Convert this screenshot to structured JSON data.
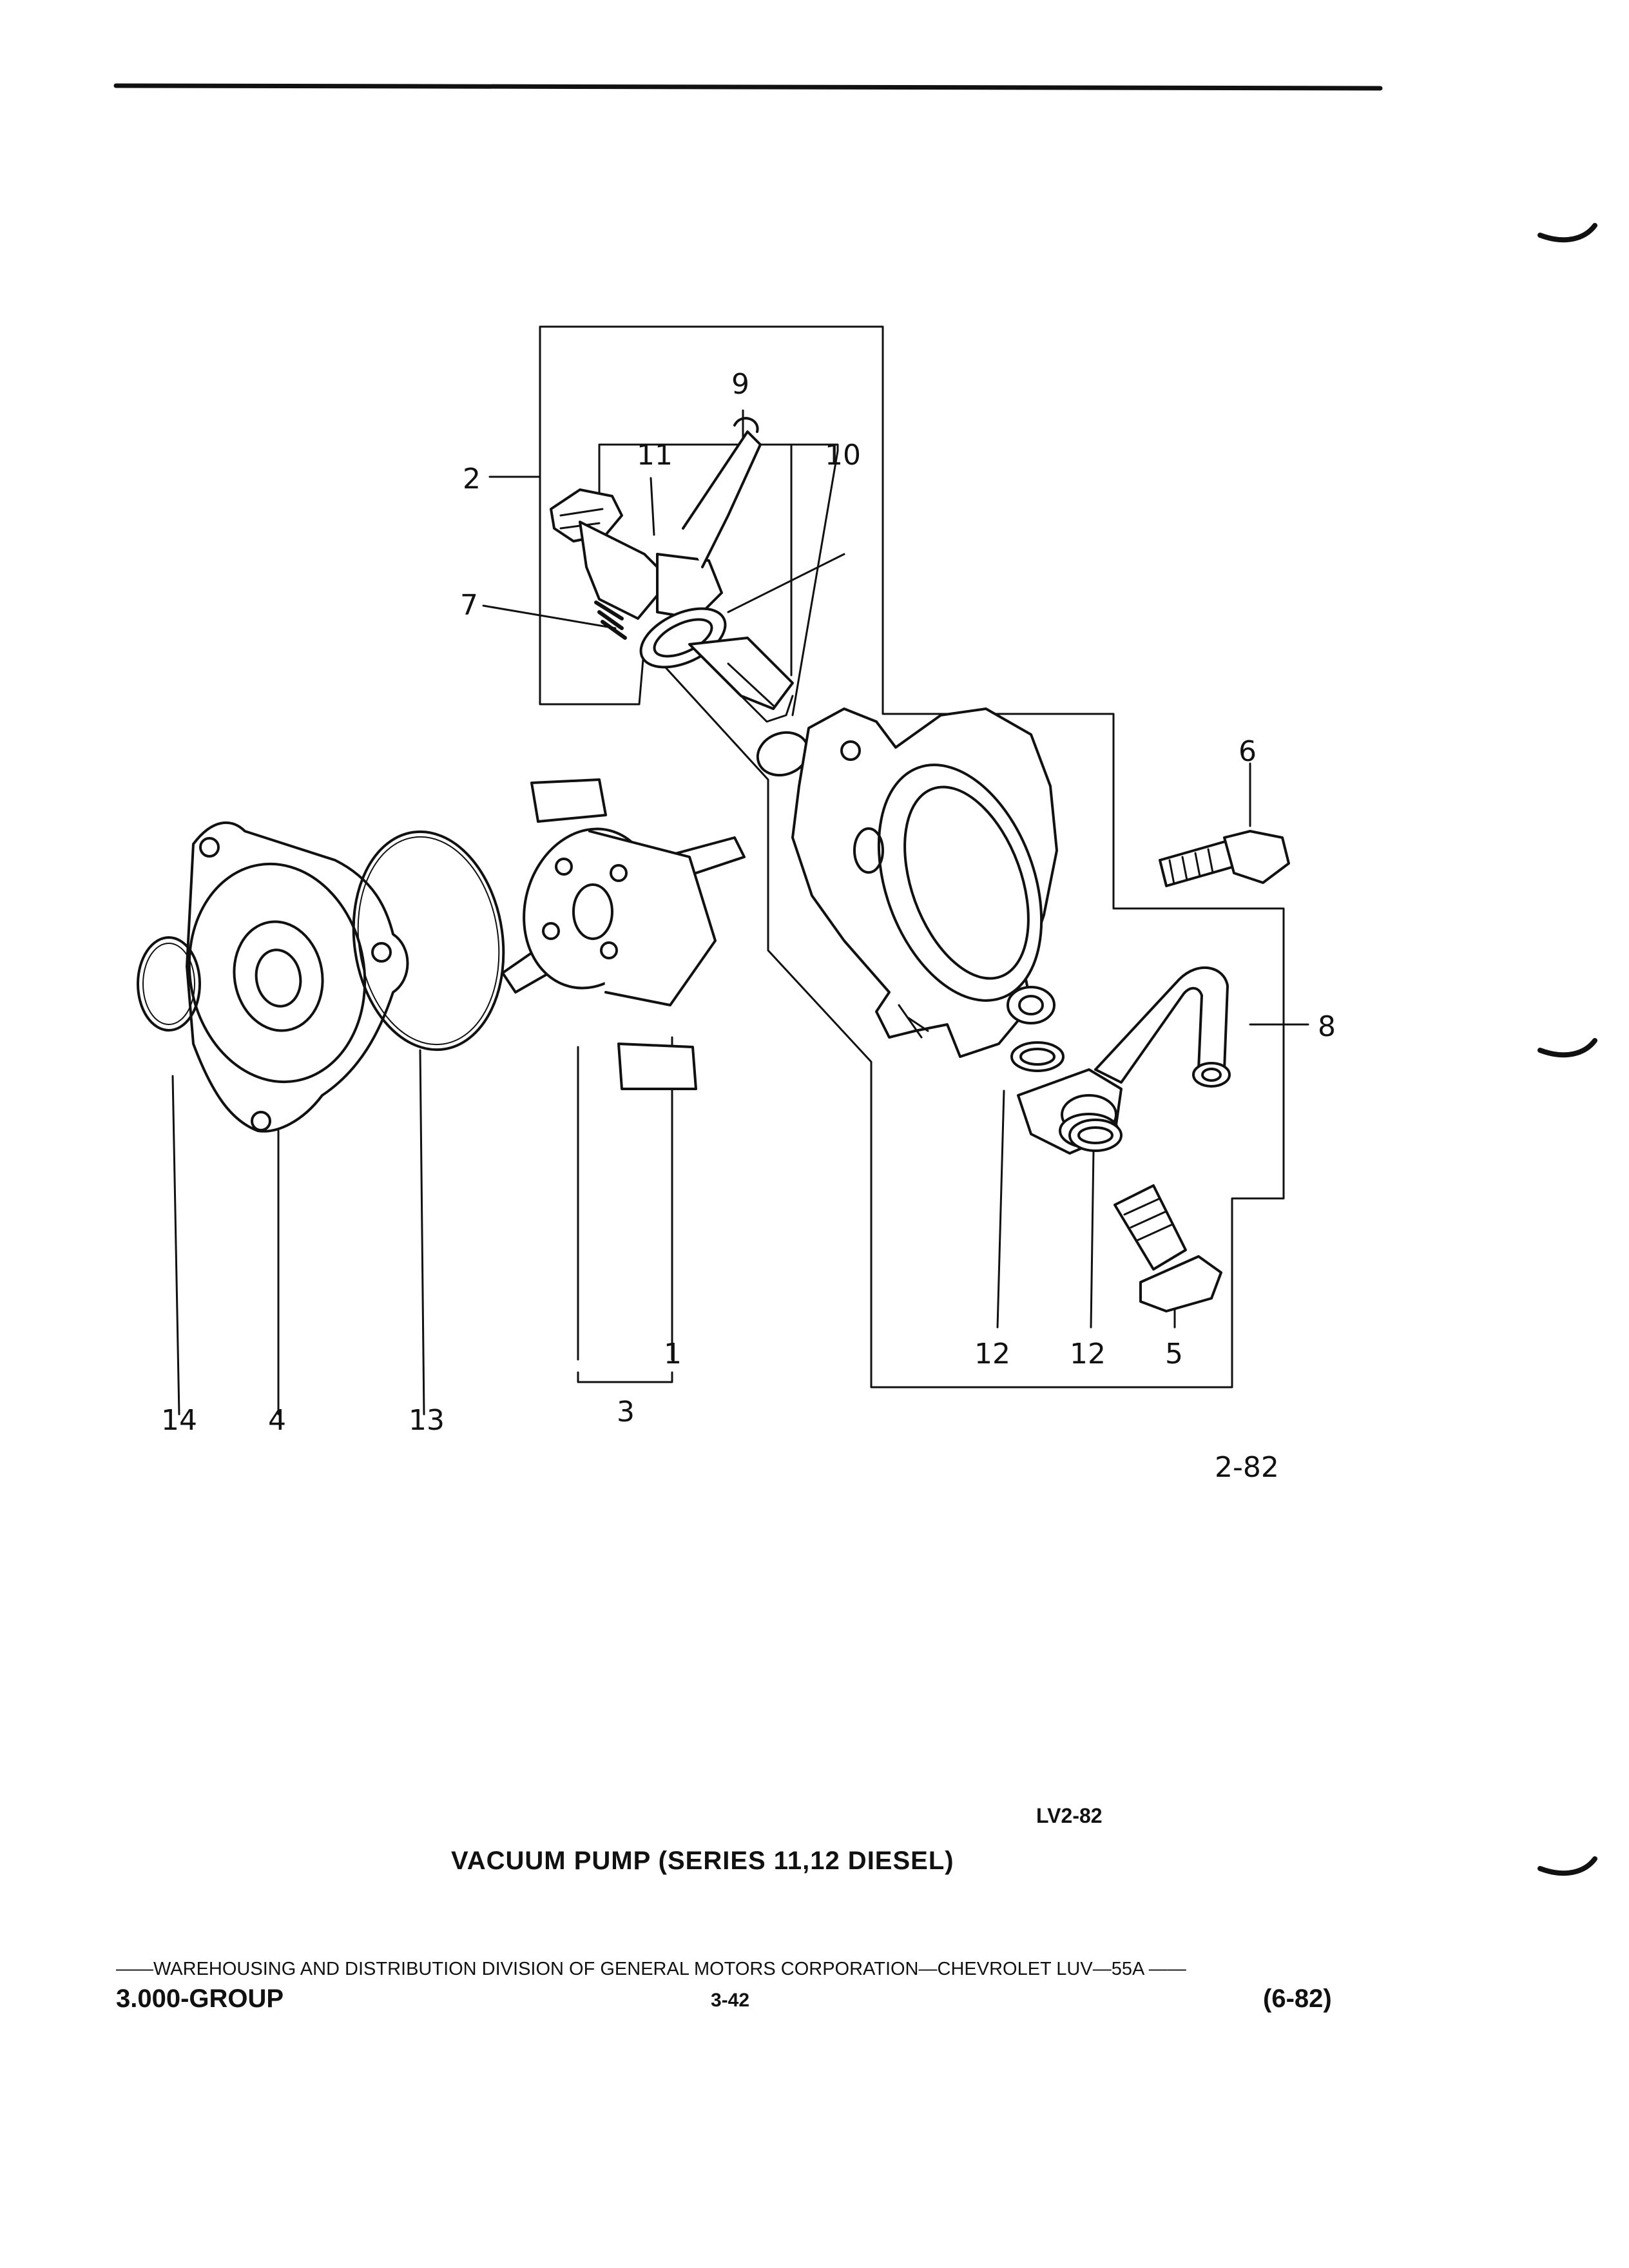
{
  "figure": {
    "number": "2-82",
    "code": "LV2-82",
    "caption": "VACUUM PUMP (SERIES 11,12 DIESEL)"
  },
  "callouts": {
    "c1": "1",
    "c2": "2",
    "c3": "3",
    "c4": "4",
    "c5": "5",
    "c6": "6",
    "c7": "7",
    "c8": "8",
    "c9": "9",
    "c10": "10",
    "c11": "11",
    "c12a": "12",
    "c12b": "12",
    "c13": "13",
    "c14": "14"
  },
  "footer": {
    "line1": "——WAREHOUSING AND DISTRIBUTION  DIVISION OF GENERAL MOTORS CORPORATION—CHEVROLET LUV—55A  ——",
    "group": "3.000-GROUP",
    "page": "3-42",
    "date": "(6-82)"
  }
}
